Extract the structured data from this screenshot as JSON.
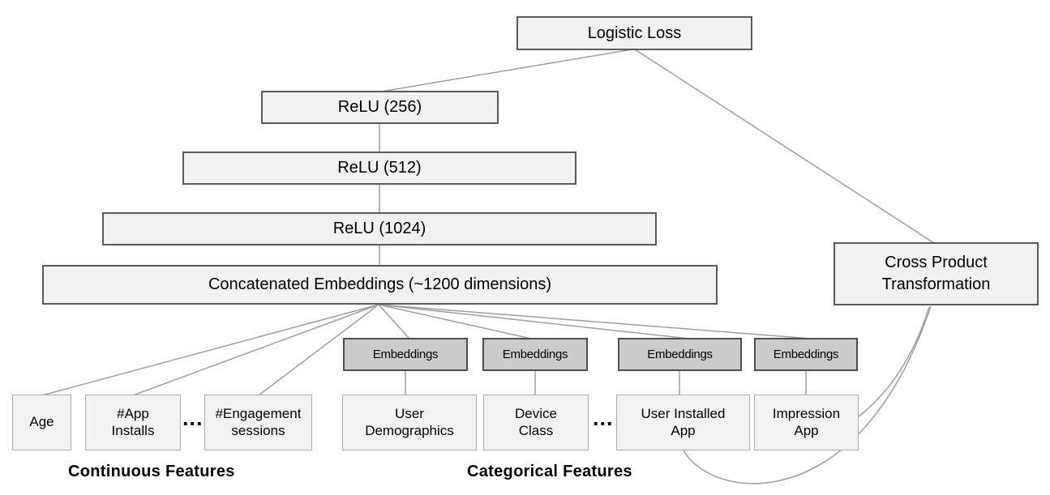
{
  "figure": {
    "output_box": "Logistic Loss",
    "dense_layers": [
      {
        "label": "ReLU (256)"
      },
      {
        "label": "ReLU (512)"
      },
      {
        "label": "ReLU (1024)"
      }
    ],
    "concat_box": "Concatenated Embeddings (~1200 dimensions)",
    "cross_product_box": "Cross Product Transformation",
    "embedding_box_label": "Embeddings",
    "continuous_features": [
      {
        "label": "Age"
      },
      {
        "label": "#App Installs"
      },
      {
        "label": "#Engagement sessions"
      }
    ],
    "categorical_features": [
      {
        "label": "User Demographics"
      },
      {
        "label": "Device Class"
      },
      {
        "label": "User Installed App"
      },
      {
        "label": "Impression App"
      }
    ],
    "ellipsis": "...",
    "group_labels": {
      "continuous": "Continuous Features",
      "categorical": "Categorical Features"
    },
    "colors": {
      "box_fill_light": "#f1f1f1",
      "box_fill_gray": "#cbcbcb",
      "border_dark": "#595959",
      "border_light": "#ababab",
      "connector": "#9e9e9e"
    }
  }
}
